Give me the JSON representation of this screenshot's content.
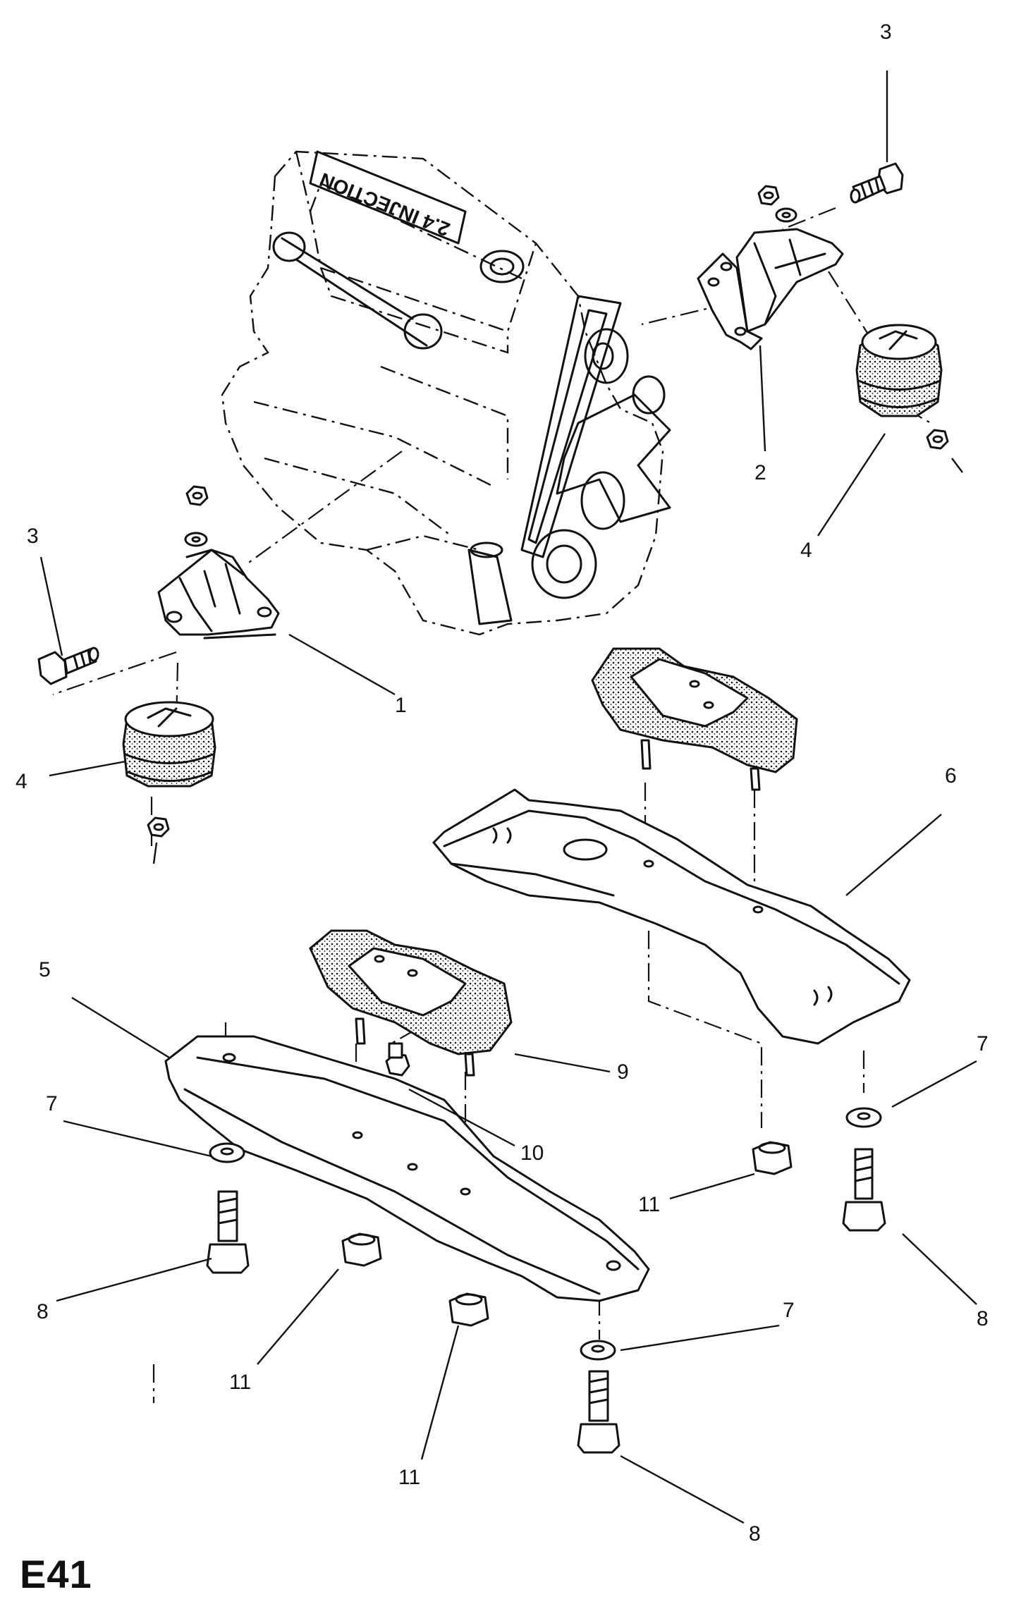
{
  "engine": {
    "cover_text": "2.4 INJECTION"
  },
  "callouts": {
    "c1": "1",
    "c2": "2",
    "c3a": "3",
    "c3b": "3",
    "c4a": "4",
    "c4b": "4",
    "c5": "5",
    "c6": "6",
    "c7a": "7",
    "c7b": "7",
    "c7c": "7",
    "c8a": "8",
    "c8b": "8",
    "c8c": "8",
    "c9": "9",
    "c10": "10",
    "c11a": "11",
    "c11b": "11",
    "c11c": "11"
  },
  "page_code": "E41"
}
